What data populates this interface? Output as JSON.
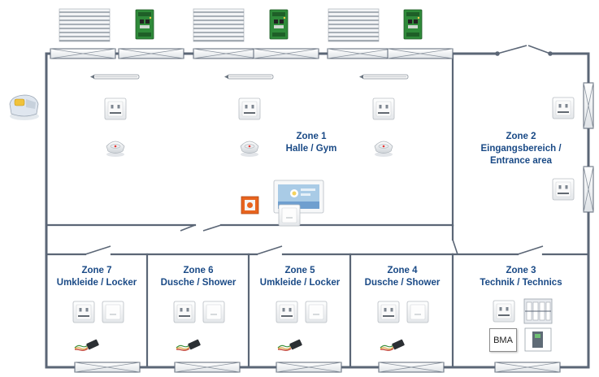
{
  "diagram": {
    "colors": {
      "wall": "#5b6676",
      "label": "#1a4a86",
      "alarm": "#e8641e",
      "board": "#2f8a3a"
    },
    "zones": [
      {
        "id": "zone-1",
        "number": "Zone 1",
        "line1": "Halle / Gym",
        "line2": ""
      },
      {
        "id": "zone-2",
        "number": "Zone 2",
        "line1": "Eingangsbereich /",
        "line2": "Entrance area"
      },
      {
        "id": "zone-3",
        "number": "Zone 3",
        "line1": "Technik / Technics",
        "line2": ""
      },
      {
        "id": "zone-4",
        "number": "Zone 4",
        "line1": "Dusche / Shower",
        "line2": ""
      },
      {
        "id": "zone-5",
        "number": "Zone 5",
        "line1": "Umkleide / Locker",
        "line2": ""
      },
      {
        "id": "zone-6",
        "number": "Zone 6",
        "line1": "Dusche / Shower",
        "line2": ""
      },
      {
        "id": "zone-7",
        "number": "Zone 7",
        "line1": "Umkleide / Locker",
        "line2": ""
      }
    ],
    "bma_label": "BMA"
  }
}
